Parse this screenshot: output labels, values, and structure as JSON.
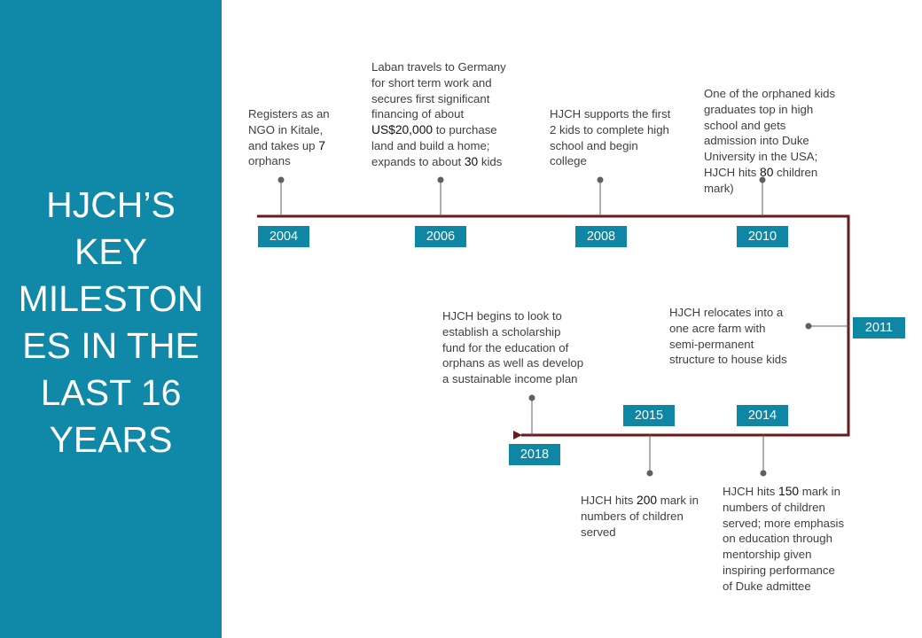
{
  "title_lines": [
    "HJCH’S",
    "KEY",
    "MILESTON",
    "ES IN THE",
    "LAST 16",
    "YEARS"
  ],
  "milestones": [
    {
      "year": "2004",
      "text": [
        "Registers as an",
        "NGO in Kitale,",
        "and takes up ",
        "orphans"
      ],
      "number": "7"
    },
    {
      "year": "2006",
      "text": [
        "Laban travels to Germany",
        "for short term work and",
        "secures first significant",
        "financing of about",
        "US$20,000",
        " to purchase",
        "land and build a home;",
        "expands to about ",
        "30",
        " kids"
      ]
    },
    {
      "year": "2008",
      "text": [
        "HJCH supports the first",
        "2 kids to complete high",
        "school and begin",
        "college"
      ]
    },
    {
      "year": "2010",
      "text": [
        "One of the orphaned kids",
        "graduates top in high",
        "school and gets",
        "admission into Duke",
        "University in the USA;",
        "HJCH hits ",
        "80",
        " children",
        "mark)"
      ]
    },
    {
      "year": "2011",
      "text": [
        "HJCH relocates into a",
        "one acre farm with",
        "semi-permanent",
        "structure to house kids"
      ]
    },
    {
      "year": "2014",
      "text": [
        "HJCH hits ",
        "150",
        " mark in",
        "numbers of children",
        "served; more emphasis",
        "on education through",
        "mentorship given",
        "inspiring performance",
        "of Duke admittee"
      ]
    },
    {
      "year": "2015",
      "text": [
        "HJCH hits ",
        "200",
        " mark in",
        "numbers of children",
        "served"
      ]
    },
    {
      "year": "2018",
      "text": [
        "HJCH begins to look  to",
        "establish a scholarship",
        "fund for the education of",
        "orphans as well as develop",
        "a sustainable income plan"
      ]
    }
  ],
  "colors": {
    "sidebar": "#1088a8",
    "year_box": "#0f86a3",
    "timeline": "#6b1a1a",
    "connector": "#606060"
  }
}
